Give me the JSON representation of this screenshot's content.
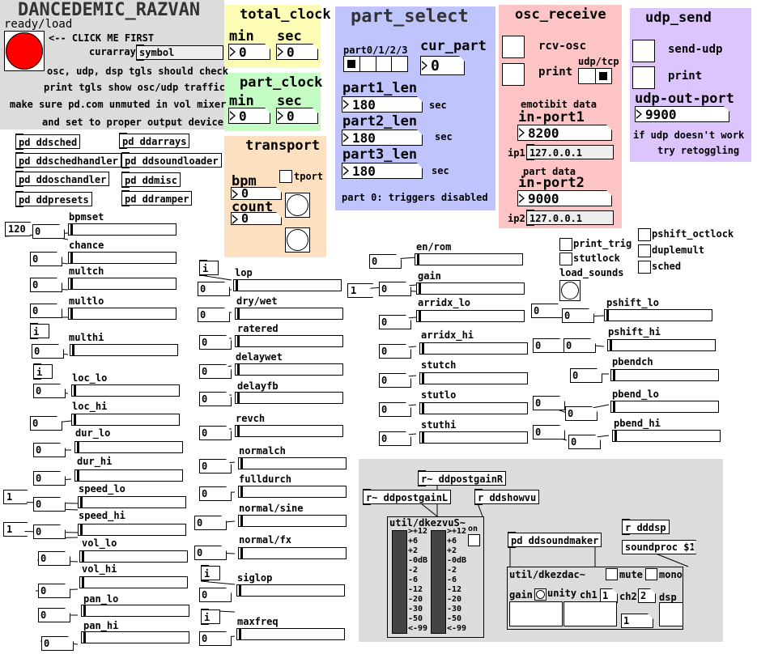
{
  "header": {
    "title": "DANCEDEMIC_RAZVAN",
    "ready_label": "ready/load",
    "click_me": "<-- CLICK ME FIRST",
    "curarray_label": "curarray",
    "curarray_value": "symbol",
    "note1": "osc, udp, dsp tgls should check",
    "note2": "print tgls show osc/udp traffic",
    "note3": "make sure pd.com unmuted in vol mixer",
    "note4": "and set to proper output device"
  },
  "total_clock": {
    "title": "total_clock",
    "min_label": "min",
    "sec_label": "sec",
    "min_value": "0",
    "sec_value": "0"
  },
  "part_clock": {
    "title": "part_clock",
    "min_label": "min",
    "sec_label": "sec",
    "min_value": "0",
    "sec_value": "0"
  },
  "transport": {
    "title": "transport",
    "bpm_label": "bpm",
    "bpm_value": "0",
    "count_label": "count",
    "count_value": "0",
    "tport_label": "tport"
  },
  "part_select": {
    "title": "part_select",
    "parts_label": "part0/1/2/3",
    "cur_part_label": "cur_part",
    "cur_part_value": "0",
    "part1_label": "part1_len",
    "part1_value": "180",
    "part2_label": "part2_len",
    "part2_value": "180",
    "part3_label": "part3_len",
    "part3_value": "180",
    "unit": "sec",
    "note": "part 0: triggers disabled"
  },
  "osc_receive": {
    "title": "osc_receive",
    "rcv_label": "rcv-osc",
    "print_label": "print",
    "udptcp_label": "udp/tcp",
    "emotibit_label": "emotibit data",
    "inport1_label": "in-port1",
    "inport1_value": "8200",
    "ip1_label": "ip1",
    "ip1_value": "127.0.0.1",
    "partdata_label": "part data",
    "inport2_label": "in-port2",
    "inport2_value": "9000",
    "ip2_label": "ip2",
    "ip2_value": "127.0.0.1"
  },
  "udp_send": {
    "title": "udp_send",
    "send_label": "send-udp",
    "print_label": "print",
    "outport_label": "udp-out-port",
    "outport_value": "9900",
    "note1": "if udp doesn't work",
    "note2": "try retoggling"
  },
  "subpatches": [
    "pd ddsched",
    "pd ddarrays",
    "pd ddschedhandler",
    "pd ddsoundloader",
    "pd ddoschandler",
    "pd ddmisc",
    "pd ddpresets",
    "pd ddramper"
  ],
  "col1": [
    "bpmset",
    "chance",
    "multch",
    "multlo",
    "multhi",
    "loc_lo",
    "loc_hi",
    "dur_lo",
    "dur_hi",
    "speed_lo",
    "speed_hi",
    "vol_lo",
    "vol_hi",
    "pan_lo",
    "pan_hi"
  ],
  "col2": [
    "lop",
    "dry/wet",
    "ratered",
    "delaywet",
    "delayfb",
    "revch",
    "normalch",
    "fulldurch",
    "normal/sine",
    "normal/fx",
    "siglop",
    "maxfreq"
  ],
  "col3": [
    "en/rom",
    "gain",
    "arridx_lo",
    "arridx_hi",
    "stutch",
    "stutlo",
    "stuthi"
  ],
  "col4": [
    "pshift_lo",
    "pshift_hi",
    "pbendch",
    "pbend_lo",
    "pbend_hi"
  ],
  "toggles": {
    "print_trig": "print_trig",
    "stutlock": "stutlock",
    "load_sounds": "load_sounds",
    "pshift_octlock": "pshift_octlock",
    "duplemult": "duplemult",
    "sched": "sched"
  },
  "values": {
    "zero": "0",
    "one": "1",
    "bpm_msg": "120",
    "i": "i"
  },
  "audio": {
    "r_postgainR": "r~ ddpostgainR",
    "r_postgainL": "r~ ddpostgainL",
    "r_showvu": "r ddshowvu",
    "vu_title": "util/dkezvuS~",
    "vu_on": "on",
    "vu_scale": [
      ">+12",
      "+6",
      "+2",
      "-0dB",
      "-2",
      "-6",
      "-12",
      "-20",
      "-30",
      "-50",
      "<-99"
    ],
    "soundmaker": "pd ddsoundmaker",
    "r_dddsp": "r dddsp",
    "soundproc": "soundproc $1",
    "dac_title": "util/dkezdac~",
    "mute": "mute",
    "mono": "mono",
    "gain": "gain",
    "unity": "unity",
    "ch1": "ch1",
    "ch2": "ch2",
    "dsp": "dsp",
    "ch1_value": "1",
    "ch2_value": "2",
    "dsp_value": "1"
  },
  "colors": {
    "gray_panel": "#dcdcdc",
    "yellow": "#fdfcb4",
    "green": "#c4fcc4",
    "peach": "#fce0c0",
    "blue": "#c0c4fc",
    "pink": "#fcc4c4",
    "lavender": "#dcc4fc",
    "red_bang": "#ff0000"
  }
}
